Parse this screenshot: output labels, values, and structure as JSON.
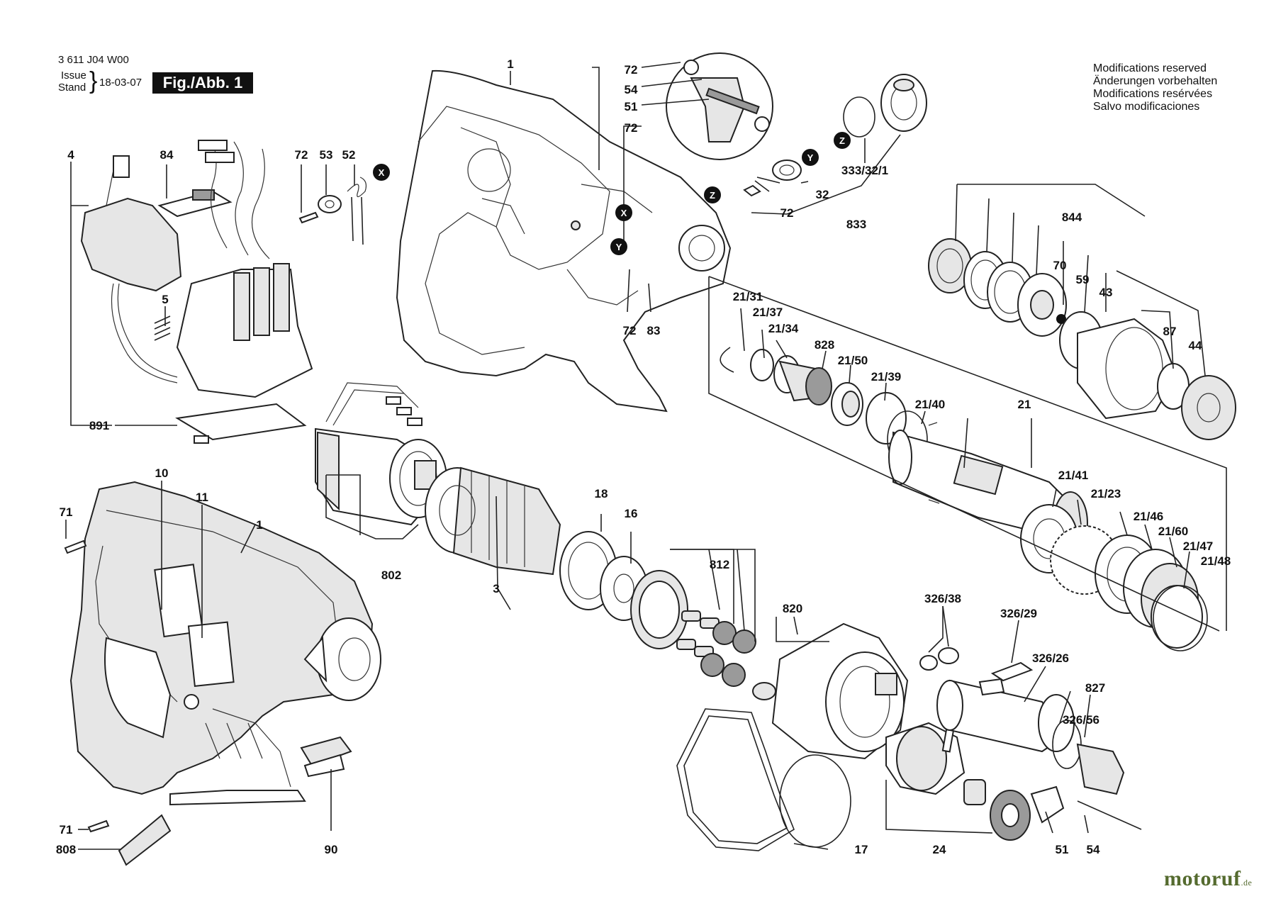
{
  "header": {
    "doc_number": "3 611 J04 W00",
    "issue_label": "Issue",
    "stand_label": "Stand",
    "date": "18-03-07",
    "figure": "Fig./Abb. 1"
  },
  "notes": [
    "Modifications reserved",
    "Änderungen vorbehalten",
    "Modifications resérvées",
    "Salvo modificaciones"
  ],
  "logo": {
    "main": "motoruf",
    "suffix": ".de"
  },
  "markers": {
    "x": "X",
    "y": "Y",
    "z": "Z"
  },
  "labels": {
    "p1a": "1",
    "p72a": "72",
    "p54a": "54",
    "p51a": "51",
    "p72b": "72",
    "p4": "4",
    "p84": "84",
    "p72c": "72",
    "p53": "53",
    "p52": "52",
    "p5": "5",
    "p891": "891",
    "p333": "333/32/1",
    "p32": "32",
    "p72d": "72",
    "p833": "833",
    "p844": "844",
    "p70": "70",
    "p59": "59",
    "p43": "43",
    "p87": "87",
    "p44": "44",
    "p2131": "21/31",
    "p2137": "21/37",
    "p2134": "21/34",
    "p828": "828",
    "p2150": "21/50",
    "p2139": "21/39",
    "p2140": "21/40",
    "p21": "21",
    "p72e": "72",
    "p83": "83",
    "p10": "10",
    "p11": "11",
    "p1b": "1",
    "p71a": "71",
    "p71b": "71",
    "p808": "808",
    "p90": "90",
    "p802": "802",
    "p3": "3",
    "p18": "18",
    "p16": "16",
    "p812": "812",
    "p820": "820",
    "p17": "17",
    "p2141": "21/41",
    "p2123": "21/23",
    "p2146": "21/46",
    "p2160": "21/60",
    "p2147": "21/47",
    "p2148": "21/48",
    "p32638": "326/38",
    "p32629": "326/29",
    "p32626": "326/26",
    "p827": "827",
    "p32656": "326/56",
    "p24": "24",
    "p51b": "51",
    "p54b": "54"
  }
}
